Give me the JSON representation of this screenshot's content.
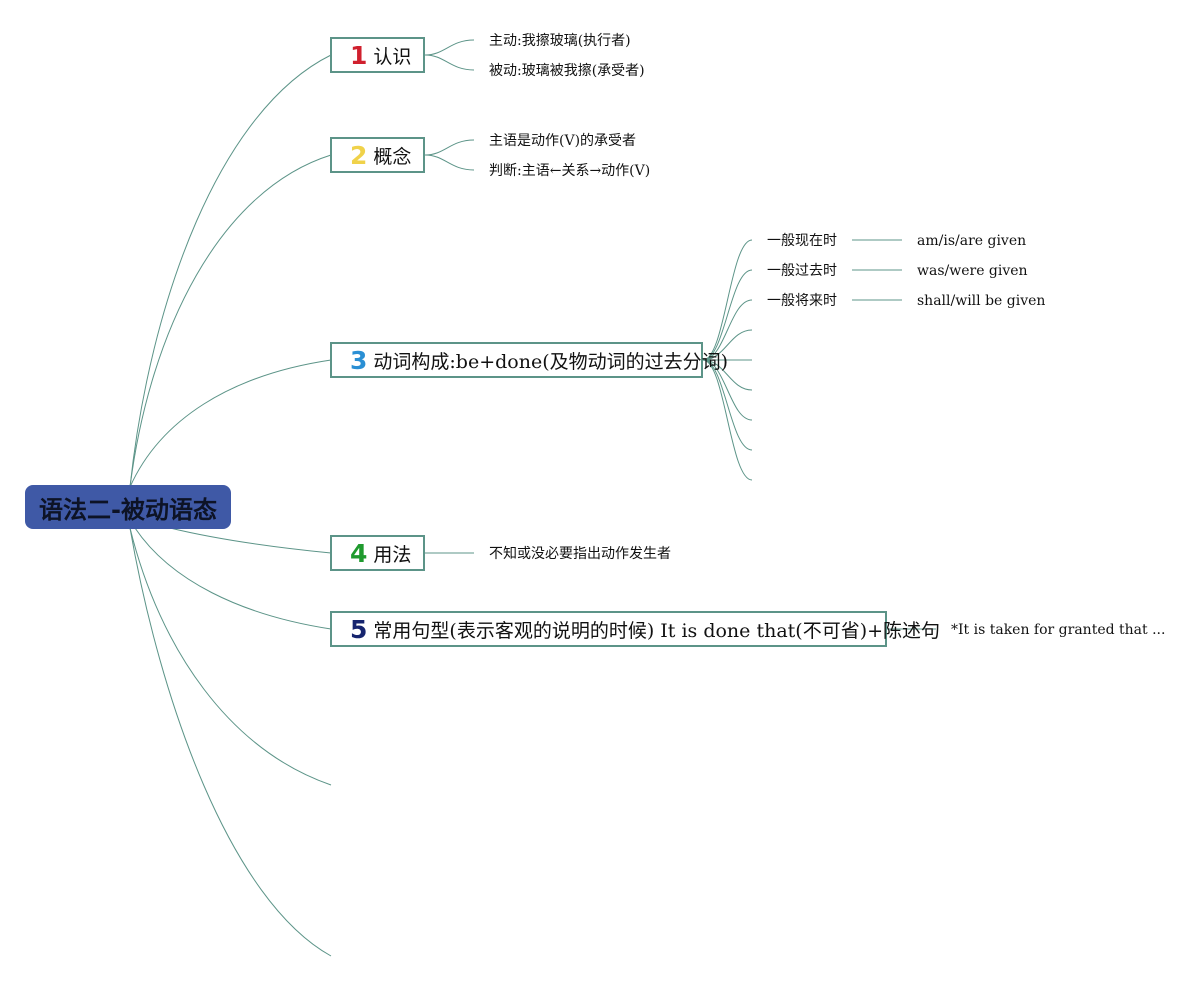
{
  "root": {
    "label": "语法二-被动语态"
  },
  "topics": [
    {
      "number": "1",
      "number_color": "#d0202e",
      "label": "认识",
      "children": [
        "主动:我擦玻璃(执行者)",
        "被动:玻璃被我擦(承受者)"
      ]
    },
    {
      "number": "2",
      "number_color": "#f0d24a",
      "label": "概念",
      "children": [
        "主语是动作(V)的承受者",
        "判断:主语←关系→动作(V)"
      ]
    },
    {
      "number": "3",
      "number_color": "#2a8fd4",
      "label": "动词构成:be+done(及物动词的过去分词)",
      "children": [
        {
          "label": "一般现在时",
          "detail": "am/is/are given"
        },
        {
          "label": "一般过去时",
          "detail": "was/were given"
        },
        {
          "label": "一般将来时",
          "detail": "shall/will be given"
        }
      ]
    },
    {
      "number": "4",
      "number_color": "#1f9a2e",
      "label": "用法",
      "children": [
        "不知或没必要指出动作发生者"
      ]
    },
    {
      "number": "5",
      "number_color": "#16246e",
      "label": "常用句型(表示客观的说明的时候) It is done that(不可省)+陈述句",
      "children": [
        "*It is taken for granted that ..."
      ]
    }
  ],
  "colors": {
    "connector": "#5c9488",
    "root_fill": "#3f59a6",
    "topic_border": "#5c9488"
  }
}
